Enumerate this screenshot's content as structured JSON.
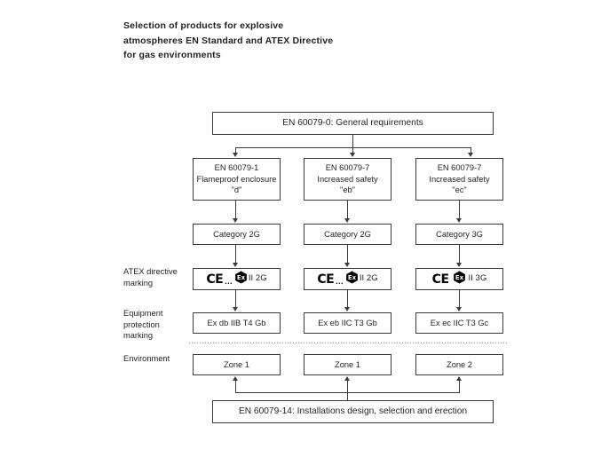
{
  "title": {
    "line1": "Selection of products for explosive",
    "line2": "atmospheres EN Standard and ATEX Directive",
    "line3": "for gas environments"
  },
  "row_labels": {
    "atex": "ATEX directive\nmarking",
    "equipment": "Equipment\nprotection\nmarking",
    "environment": "Environment"
  },
  "nodes": {
    "top": "EN 60079-0: General requirements",
    "bottom": "EN 60079-14: Installations design, selection and erection"
  },
  "columns": [
    {
      "standard": "EN 60079-1\nFlameproof enclosure\n\"d\"",
      "category": "Category 2G",
      "atex": {
        "ce": "CE",
        "dots": "...",
        "ex_symbol": "Ex",
        "category": "II 2G",
        "has_dots": true
      },
      "equipment": "Ex db IIB T4 Gb",
      "zone": "Zone 1"
    },
    {
      "standard": "EN 60079-7\nIncreased safety\n\"eb\"",
      "category": "Category 2G",
      "atex": {
        "ce": "CE",
        "dots": "...",
        "ex_symbol": "Ex",
        "category": "II 2G",
        "has_dots": true
      },
      "equipment": "Ex eb IIC T3 Gb",
      "zone": "Zone 1"
    },
    {
      "standard": "EN 60079-7\nIncreased safety\n\"ec\"",
      "category": "Category 3G",
      "atex": {
        "ce": "CE",
        "dots": "",
        "ex_symbol": "Ex",
        "category": "II 3G",
        "has_dots": false
      },
      "equipment": "Ex ec IIC T3 Gc",
      "zone": "Zone 2"
    }
  ],
  "colors": {
    "line": "#3a3a3a",
    "text": "#231f20",
    "background": "#ffffff",
    "divider": "#8c8c8c"
  }
}
